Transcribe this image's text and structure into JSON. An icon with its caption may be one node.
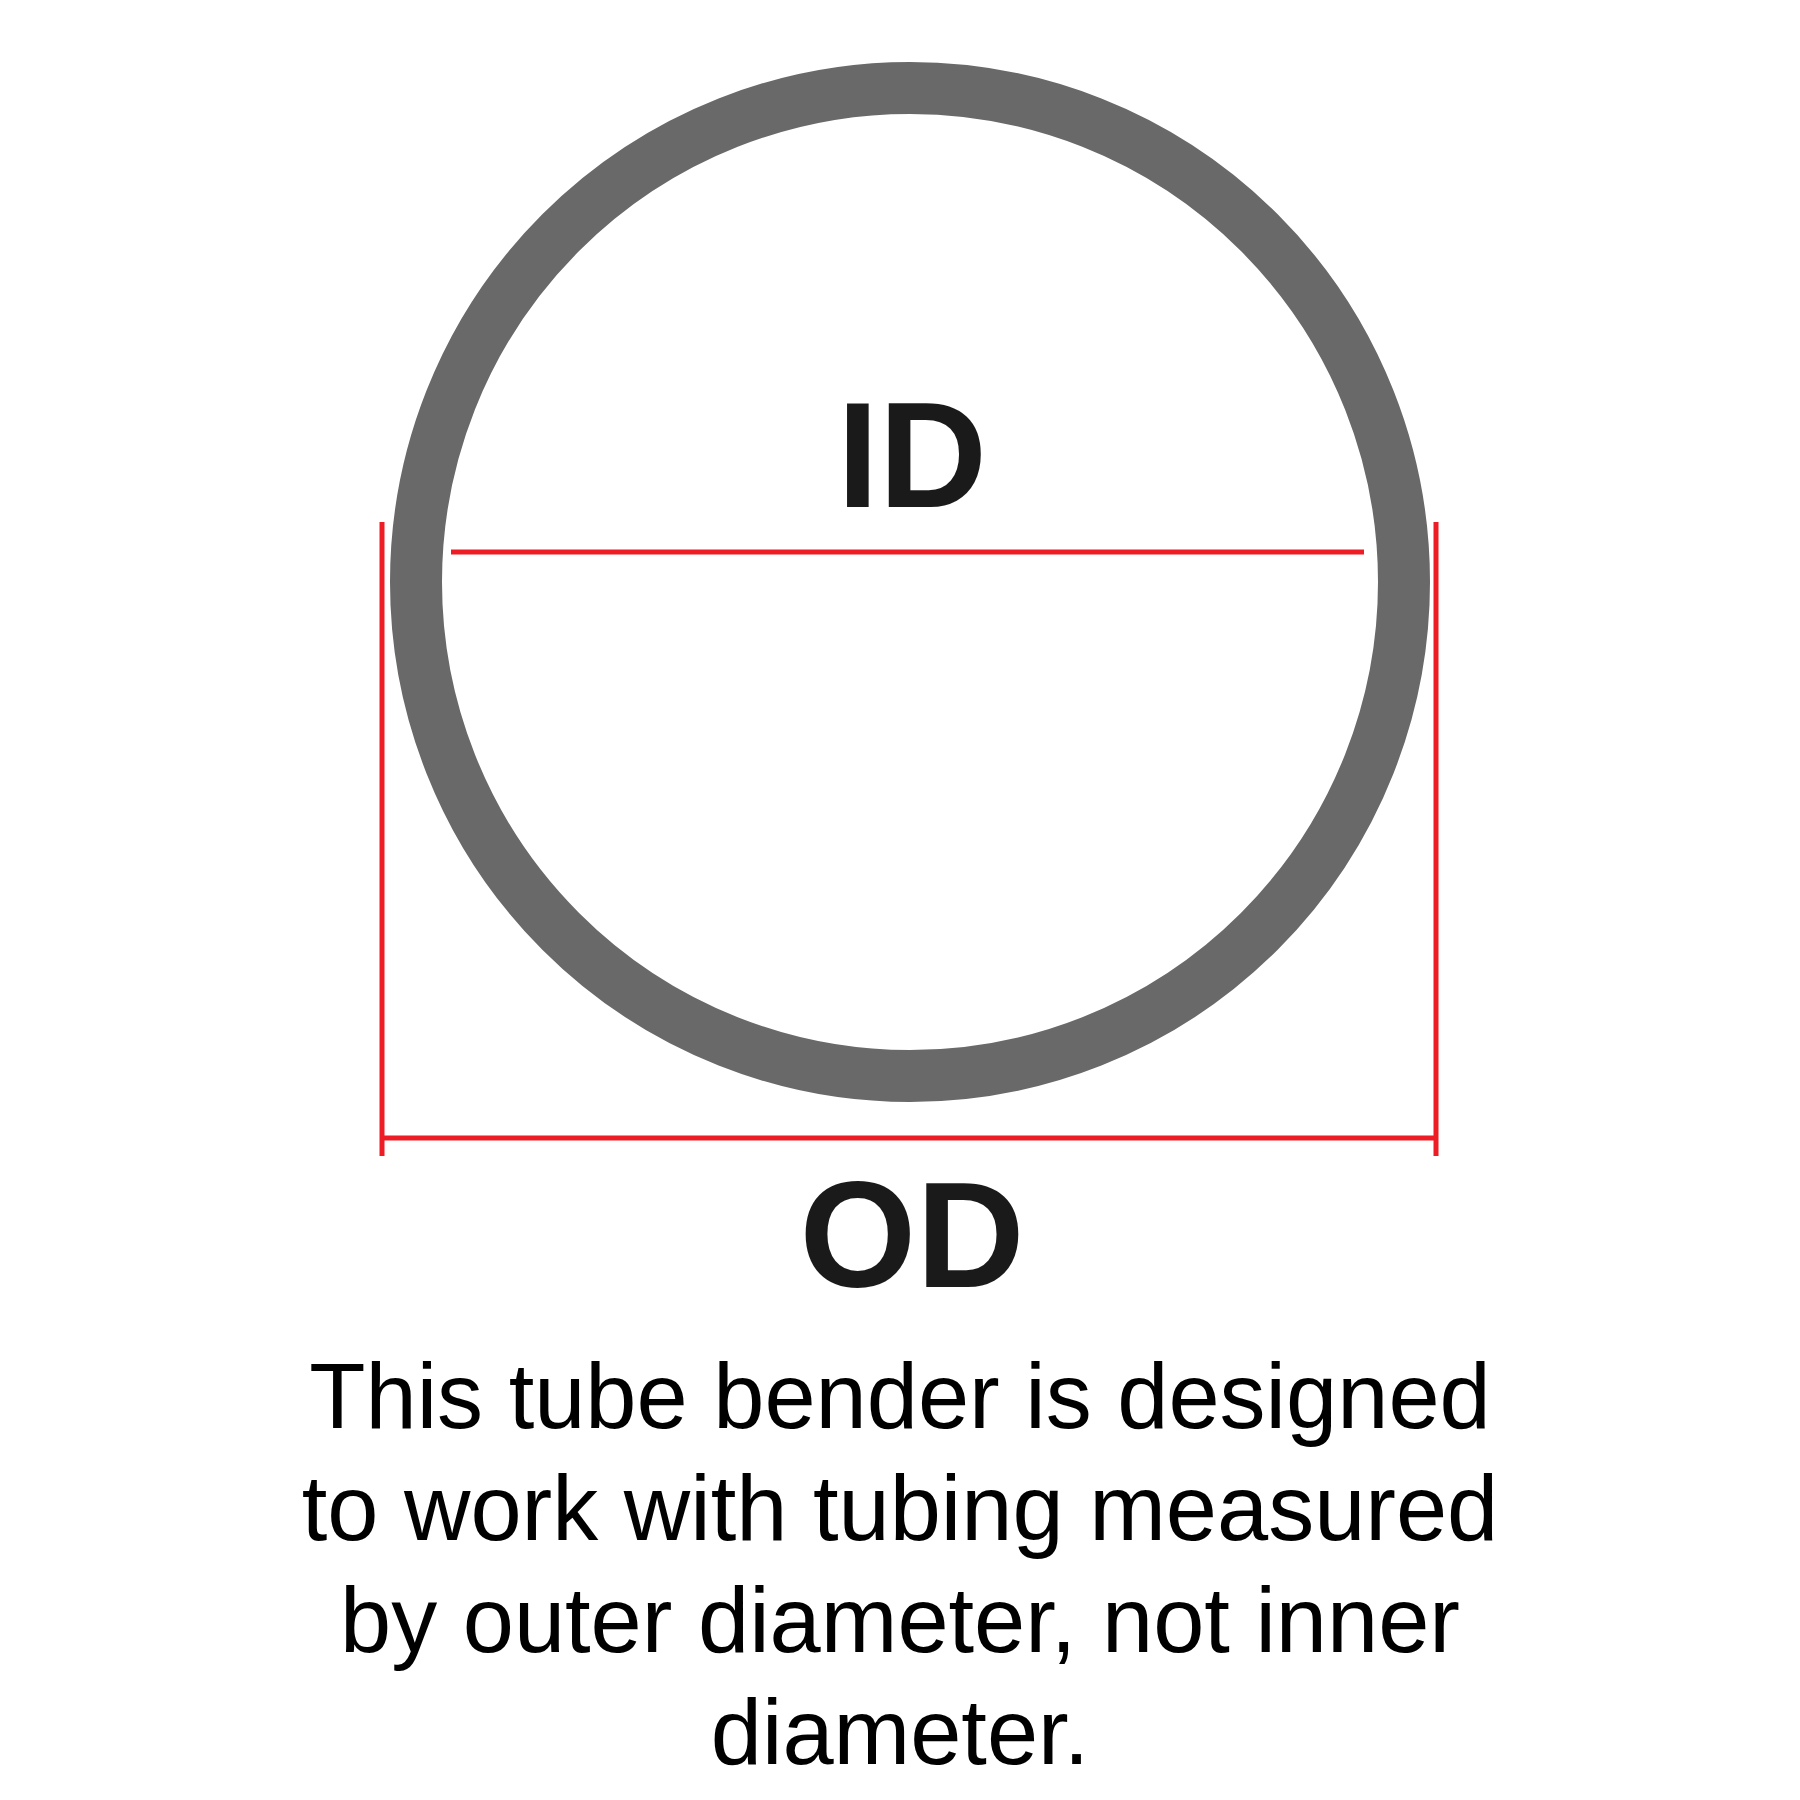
{
  "diagram": {
    "caption": "This tube bender is designed to work with tubing measured by outer diameter, not inner diameter.",
    "labels": [
      "ID",
      "OD"
    ]
  }
}
